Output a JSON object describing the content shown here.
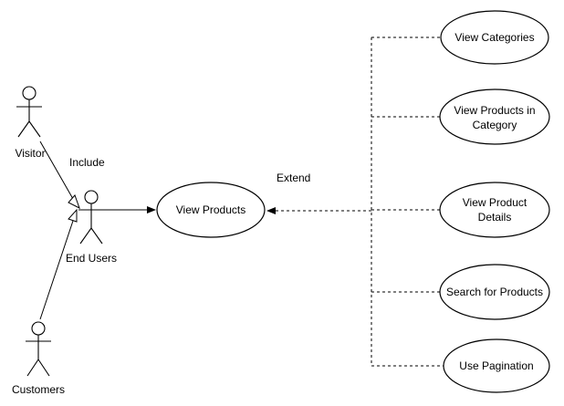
{
  "diagram": {
    "actors": {
      "visitor": "Visitor",
      "end_users": "End Users",
      "customers": "Customers"
    },
    "relations": {
      "include": "Include",
      "extend": "Extend"
    },
    "use_cases": {
      "view_products": "View Products",
      "view_categories": "View Categories",
      "view_products_in_category": [
        "View Products in",
        "Category"
      ],
      "view_product_details": [
        "View Product",
        "Details"
      ],
      "search_for_products": "Search for Products",
      "use_pagination": "Use Pagination"
    }
  }
}
